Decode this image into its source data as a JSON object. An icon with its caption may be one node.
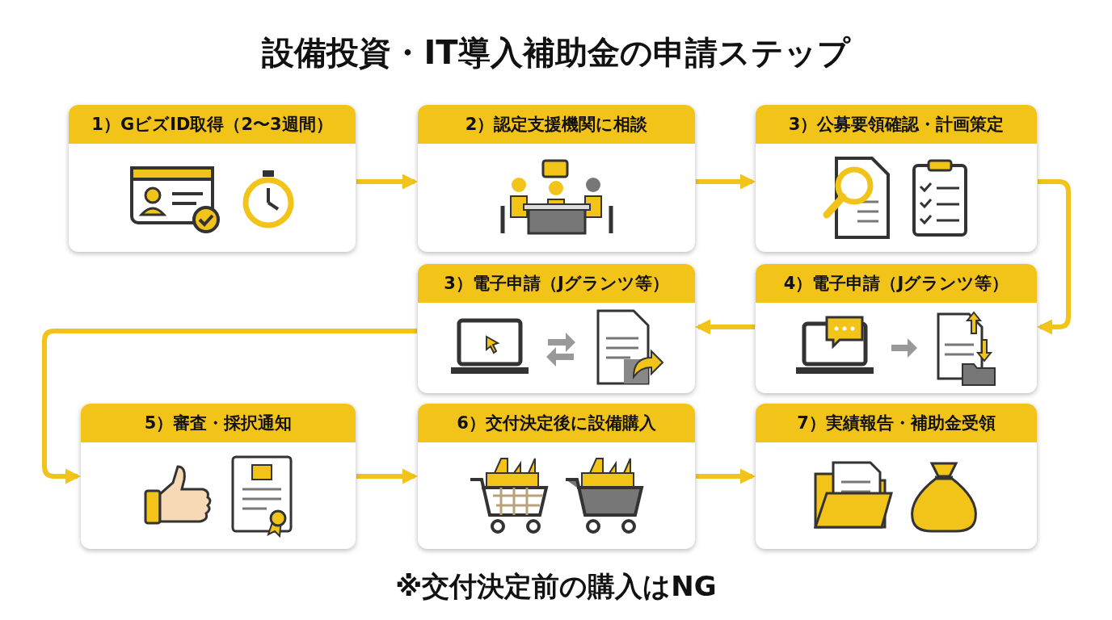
{
  "diagram": {
    "title": "設備投資・IT導入補助金の申請ステップ",
    "caption": "※交付決定前の購入はNG",
    "nodes": [
      {
        "text": [
          "1）GビズID取得（2〜3週間）"
        ]
      },
      {
        "text": [
          "2）認定支援機関に相談"
        ]
      },
      {
        "text": [
          "3）公募要領確認・計画策定"
        ]
      },
      {
        "text": [
          "3）電子申請（Jグランツ等）"
        ]
      },
      {
        "text": [
          "4）電子申請（Jグランツ等）"
        ]
      },
      {
        "text": [
          "5）審査・採択通知"
        ]
      },
      {
        "text": [
          "6）交付決定後に設備購入"
        ]
      },
      {
        "text": [
          "7）実績報告・補助金受領"
        ]
      }
    ],
    "edges": [
      {
        "from": 0,
        "to": 1,
        "arrow": "to"
      },
      {
        "from": 1,
        "to": 2,
        "arrow": "to"
      },
      {
        "from": 2,
        "to": 4,
        "arrow": "to"
      },
      {
        "from": 4,
        "to": 3,
        "arrow": "to"
      },
      {
        "from": 3,
        "to": 5,
        "arrow": "to"
      },
      {
        "from": 5,
        "to": 6,
        "arrow": "to"
      },
      {
        "from": 6,
        "to": 7,
        "arrow": "to"
      }
    ]
  }
}
